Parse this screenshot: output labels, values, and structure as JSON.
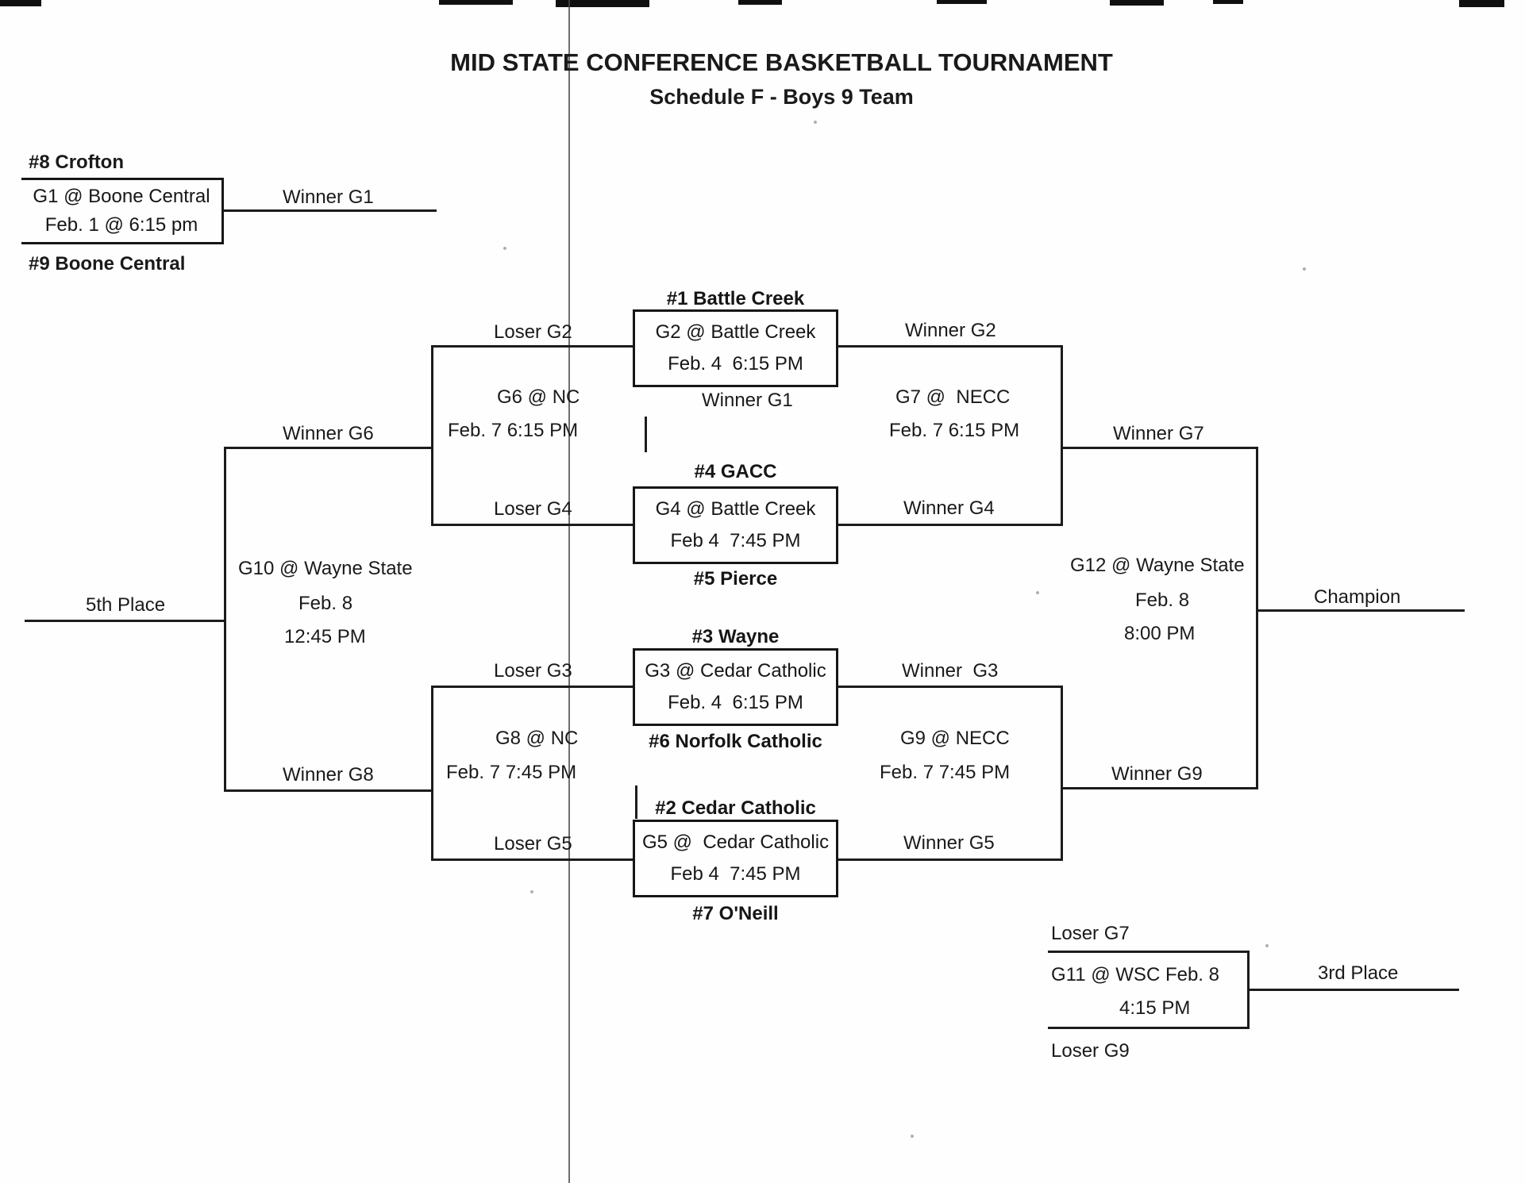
{
  "header": {
    "title": "MID STATE CONFERENCE BASKETBALL TOURNAMENT",
    "subtitle": "Schedule F - Boys 9 Team"
  },
  "games": {
    "g1": {
      "seed_top": "#8 Crofton",
      "seed_bottom": "#9 Boone Central",
      "game": "G1 @ Boone Central",
      "when": "Feb. 1 @ 6:15 pm",
      "winner": "Winner G1"
    },
    "g2": {
      "seed_top": "#1 Battle Creek",
      "feed_bottom": "Winner G1",
      "game": "G2 @ Battle Creek",
      "when": "Feb. 4  6:15 PM",
      "loser": "Loser G2",
      "winner": "Winner G2"
    },
    "g3": {
      "seed_top": "#3 Wayne",
      "seed_bottom": "#6 Norfolk Catholic",
      "game": "G3 @ Cedar Catholic",
      "when": "Feb. 4  6:15 PM",
      "loser": "Loser G3",
      "winner": "Winner  G3"
    },
    "g4": {
      "seed_top": "#4 GACC",
      "seed_bottom": "#5 Pierce",
      "game": "G4 @ Battle Creek",
      "when": "Feb 4  7:45 PM",
      "loser": "Loser G4",
      "winner": "Winner G4"
    },
    "g5": {
      "seed_top": "#2 Cedar Catholic",
      "seed_bottom": "#7 O'Neill",
      "game": "G5 @  Cedar Catholic",
      "when": "Feb 4  7:45 PM",
      "loser": "Loser G5",
      "winner": "Winner G5"
    },
    "g6": {
      "game": "G6 @ NC",
      "when": "Feb. 7 6:15 PM",
      "winner": "Winner G6"
    },
    "g7": {
      "game": "G7 @  NECC",
      "when": "Feb. 7 6:15 PM",
      "winner": "Winner G7"
    },
    "g8": {
      "game": "G8 @ NC",
      "when": "Feb. 7 7:45 PM",
      "winner": "Winner G8"
    },
    "g9": {
      "game": "G9 @ NECC",
      "when": "Feb. 7 7:45 PM",
      "winner": "Winner G9"
    },
    "g10": {
      "game": "G10 @ Wayne State",
      "date": "Feb. 8",
      "time": "12:45 PM",
      "result": "5th Place"
    },
    "g11": {
      "feed_top": "Loser G7",
      "feed_bottom": "Loser G9",
      "game": "G11 @ WSC Feb. 8",
      "time": "4:15 PM",
      "result": "3rd Place"
    },
    "g12": {
      "game": "G12 @ Wayne State",
      "date": "Feb. 8",
      "time": "8:00 PM",
      "result": "Champion"
    }
  }
}
